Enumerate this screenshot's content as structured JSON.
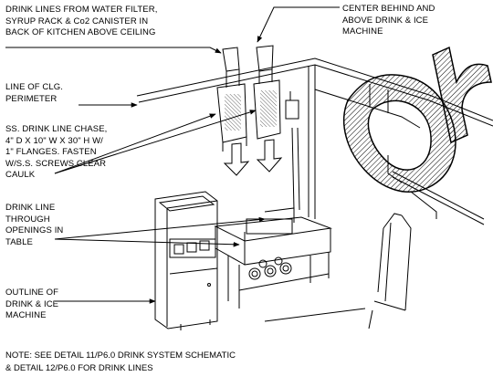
{
  "callouts": {
    "drink_lines": [
      "DRINK LINES FROM WATER FILTER,",
      "SYRUP RACK & Co2 CANISTER IN",
      "BACK OF KITCHEN ABOVE CEILING"
    ],
    "center_behind": [
      "CENTER BEHIND AND",
      "ABOVE DRINK & ICE",
      "MACHINE"
    ],
    "line_of_ceiling": [
      "LINE OF CLG.",
      "PERIMETER"
    ],
    "chase": [
      "SS. DRINK LINE CHASE,",
      "4\" D X 10\" W X 30\" H W/",
      "1\" FLANGES. FASTEN",
      "W/S.S. SCREWS CLEAR",
      "CAULK"
    ],
    "drink_line_through": [
      "DRINK LINE",
      "THROUGH",
      "OPENINGS IN",
      "TABLE"
    ],
    "outline": [
      "OUTLINE OF",
      "DRINK & ICE",
      "MACHINE"
    ]
  },
  "note": [
    "NOTE: SEE DETAIL 11/P6.0 DRINK SYSTEM SCHEMATIC",
    "& DETAIL 12/P6.0 FOR DRINK LINES"
  ],
  "watermark_text": "ord",
  "colors": {
    "ink": "#000000",
    "background": "#ffffff"
  }
}
